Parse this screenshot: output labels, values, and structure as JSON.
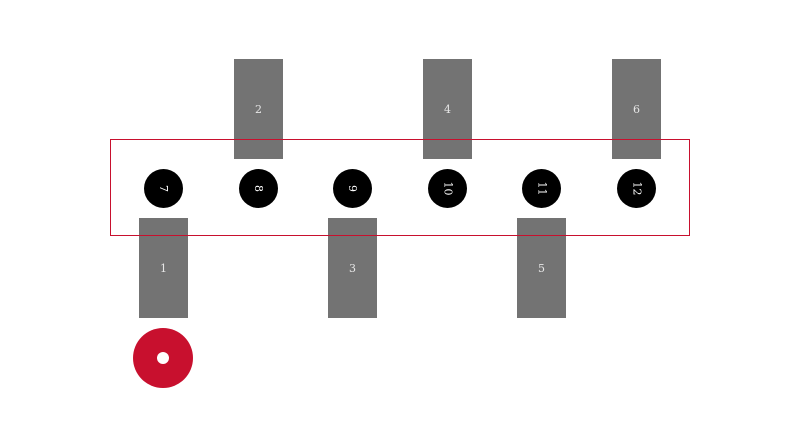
{
  "colors": {
    "pad": "#737373",
    "hole": "#000000",
    "outline": "#c8102e",
    "marker": "#c8102e"
  },
  "pads": [
    {
      "label": "1"
    },
    {
      "label": "2"
    },
    {
      "label": "3"
    },
    {
      "label": "4"
    },
    {
      "label": "5"
    },
    {
      "label": "6"
    }
  ],
  "holes": [
    {
      "label": "7"
    },
    {
      "label": "8"
    },
    {
      "label": "9"
    },
    {
      "label": "10"
    },
    {
      "label": "11"
    },
    {
      "label": "12"
    }
  ],
  "marker": {
    "icon": "pin1-marker-icon"
  }
}
